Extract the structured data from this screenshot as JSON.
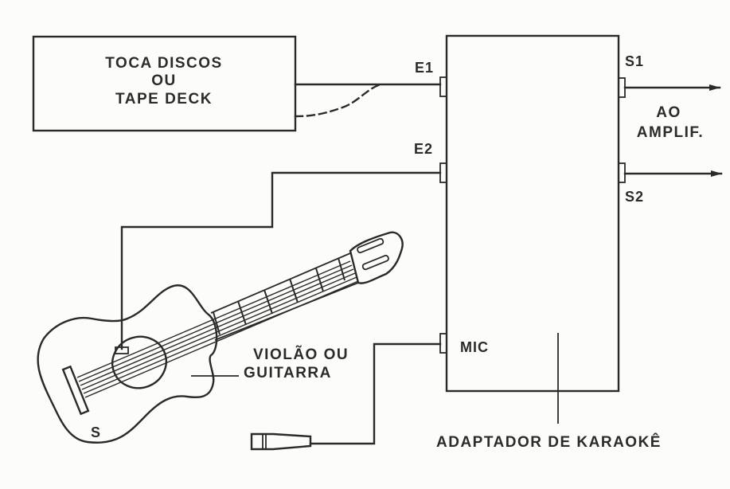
{
  "diagram": {
    "title": "Adaptador de Karaokê connection diagram",
    "source_device": {
      "label_lines": [
        "TOCA DISCOS",
        "OU",
        "TAPE DECK"
      ]
    },
    "adapter": {
      "label": "ADAPTADOR DE KARAOKÊ",
      "inputs": [
        {
          "id": "E1",
          "label": "E1"
        },
        {
          "id": "E2",
          "label": "E2"
        },
        {
          "id": "MIC",
          "label": "MIC"
        }
      ],
      "outputs": [
        {
          "id": "S1",
          "label": "S1"
        },
        {
          "id": "S2",
          "label": "S2"
        }
      ],
      "output_destination_lines": [
        "AO",
        "AMPLIF."
      ]
    },
    "instrument": {
      "label_lines": [
        "VIOLÃO OU",
        "GUITARRA"
      ],
      "pickup_label": "S"
    },
    "microphone": {
      "icon": "microphone-icon"
    },
    "connections": [
      {
        "from": "TOCA DISCOS OU TAPE DECK",
        "to": "E1",
        "style": "solid"
      },
      {
        "from": "TOCA DISCOS OU TAPE DECK",
        "to": "E1",
        "style": "dashed"
      },
      {
        "from": "VIOLÃO OU GUITARRA",
        "to": "E2",
        "style": "solid"
      },
      {
        "from": "microphone",
        "to": "MIC",
        "style": "solid"
      },
      {
        "from": "S1",
        "to": "AO AMPLIF.",
        "style": "arrow"
      },
      {
        "from": "S2",
        "to": "AO AMPLIF.",
        "style": "arrow"
      }
    ],
    "colors": {
      "ink": "#2a2a2a",
      "paper": "#fcfcfa"
    }
  }
}
